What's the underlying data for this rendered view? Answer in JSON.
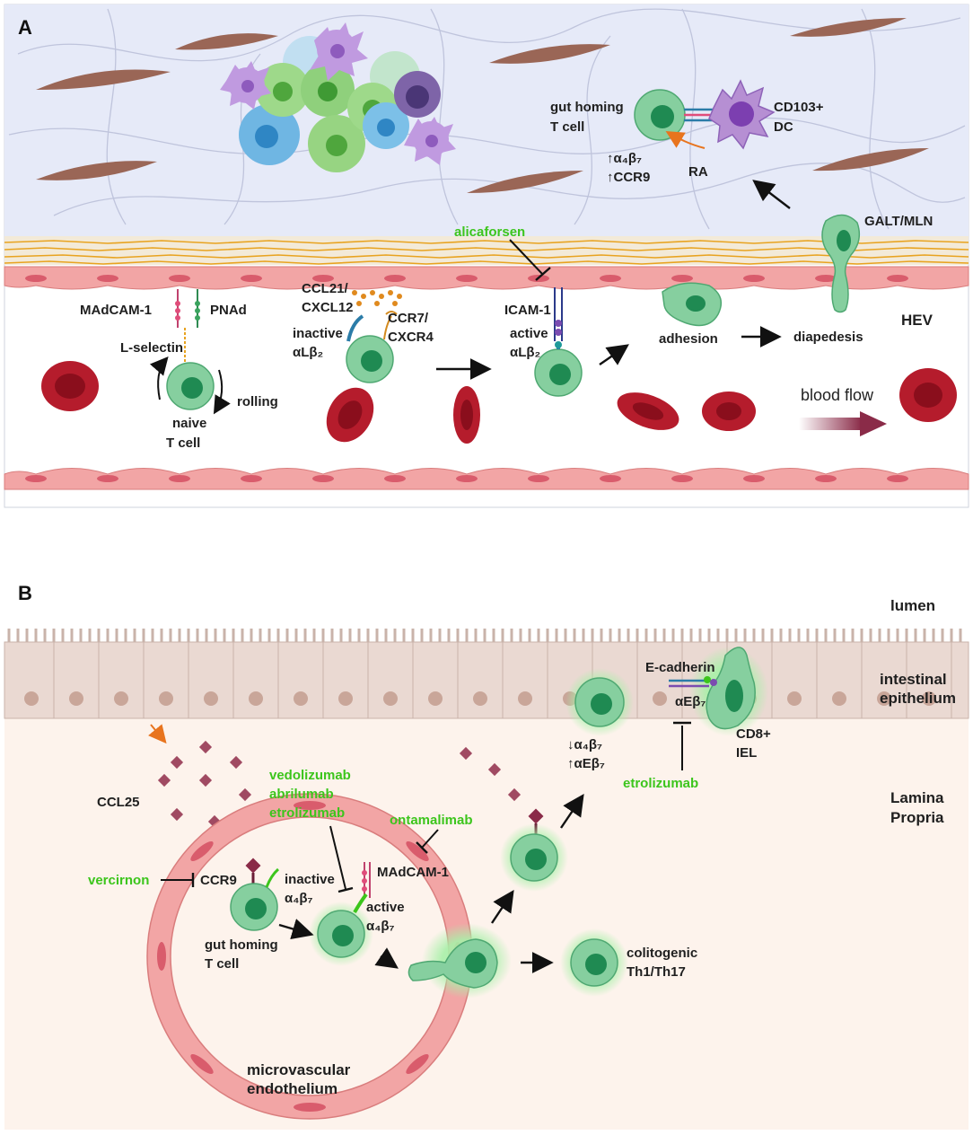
{
  "panel_a": {
    "letter": "A",
    "labels": {
      "gut_homing_t_cell": [
        "gut homing",
        "T cell"
      ],
      "cd103_dc": [
        "CD103+",
        "DC"
      ],
      "a4b7_up": "↑α₄β₇",
      "ccr9_up": "↑CCR9",
      "ra": "RA",
      "galt_mln": "GALT/MLN",
      "alicaforsen": "alicaforsen",
      "madcam1": "MAdCAM-1",
      "pnad": "PNAd",
      "ccl21_cxcl12": [
        "CCL21/",
        "CXCL12"
      ],
      "icam1": "ICAM-1",
      "l_selectin": "L-selectin",
      "inactive_alb2": [
        "inactive",
        "αLβ₂"
      ],
      "ccr7_cxcr4": [
        "CCR7/",
        "CXCR4"
      ],
      "active_alb2": [
        "active",
        "αLβ₂"
      ],
      "adhesion": "adhesion",
      "diapedesis": "diapedesis",
      "hev": "HEV",
      "rolling": "rolling",
      "naive_t_cell": [
        "naive",
        "T cell"
      ],
      "blood_flow": "blood flow"
    }
  },
  "panel_b": {
    "letter": "B",
    "labels": {
      "lumen": "lumen",
      "intestinal_epithelium": [
        "intestinal",
        "epithelium"
      ],
      "e_cadherin": "E-cadherin",
      "ae_b7": "αEβ₇",
      "cd8_iel": [
        "CD8+",
        "IEL"
      ],
      "a4b7_down": "↓α₄β₇",
      "aeb7_up": "↑αEβ₇",
      "etrolizumab_right": "etrolizumab",
      "lamina_propria": [
        "Lamina",
        "Propria"
      ],
      "ccl25": "CCL25",
      "drugs_stack": [
        "vedolizumab",
        "abrilumab",
        "etrolizumab"
      ],
      "ontamalimab": "ontamalimab",
      "vercirnon": "vercirnon",
      "ccr9": "CCR9",
      "inactive_a4b7": [
        "inactive",
        "α₄β₇"
      ],
      "madcam1": "MAdCAM-1",
      "active_a4b7": [
        "active",
        "α₄β₇"
      ],
      "gut_homing_t_cell": [
        "gut homing",
        "T cell"
      ],
      "colitogenic": [
        "colitogenic",
        "Th1/Th17"
      ],
      "microvascular_endothelium": [
        "microvascular",
        "endothelium"
      ]
    }
  },
  "colors": {
    "stroma_bg": "#e6eaf8",
    "lamina_bg": "#fdf3ec",
    "endothelium": "#f2a5a5",
    "rbc": "#b51c2c",
    "t_cell": "#86cf9f",
    "t_cell_nucleus": "#1f8a52",
    "dc": "#b68fd3",
    "fibroblast": "#9a6656",
    "collagen": "#e8a320",
    "epithelium": "#ead9d2",
    "ccl25": "#a04a62",
    "drug_text": "#3cc51c"
  }
}
